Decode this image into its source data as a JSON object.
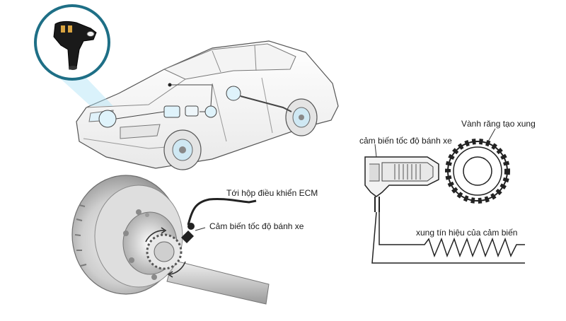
{
  "labels": {
    "ecm": "Tới hộp điều khiển ECM",
    "wheel_speed_sensor_brake": "Cảm biến tốc độ bánh xe",
    "wheel_speed_sensor_schematic": "cảm biến tốc độ bánh xe",
    "tone_ring": "Vành răng tạo xung",
    "signal_pulse": "xung tín hiệu của cảm biến"
  },
  "colors": {
    "inset_ring": "#1e6f86",
    "inset_glow": "#aee3f7",
    "highlight": "#dff3fb",
    "line": "#333333",
    "light_gray": "#d8d8d8"
  }
}
